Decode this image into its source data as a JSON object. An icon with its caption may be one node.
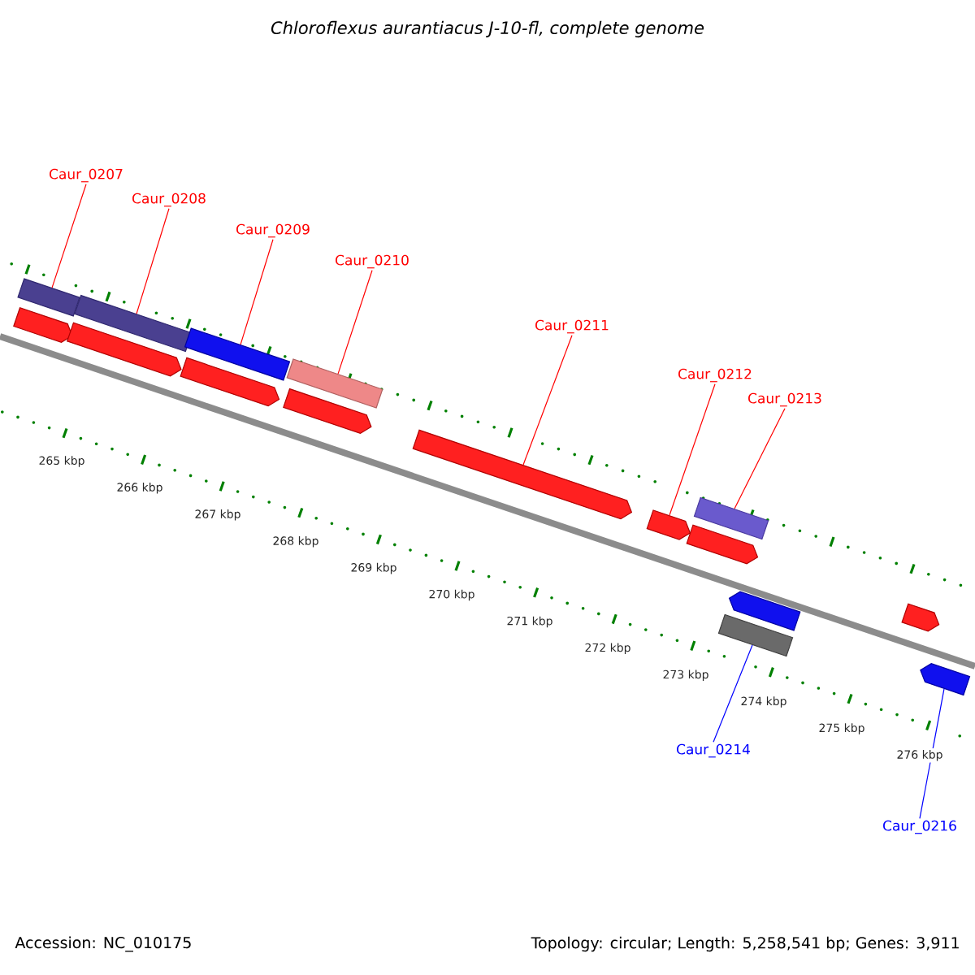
{
  "diagram": {
    "title": "Chloroflexus aurantiacus J-10-fl, complete genome",
    "nodes": [
      {
        "text": [
          "Caur_0207"
        ]
      },
      {
        "text": [
          "Caur_0208"
        ]
      },
      {
        "text": [
          "Caur_0209"
        ]
      },
      {
        "text": [
          "Caur_0210"
        ]
      },
      {
        "text": [
          "Caur_0211"
        ]
      },
      {
        "text": [
          "Caur_0212"
        ]
      },
      {
        "text": [
          "Caur_0213"
        ]
      },
      {
        "text": [
          "Caur_0214"
        ]
      },
      {
        "text": [
          "Caur_0216"
        ]
      },
      {
        "text": [],
        "shape": "arrow"
      },
      {
        "text": [],
        "shape": "box"
      },
      {
        "text": [],
        "shape": "arrow"
      },
      {
        "text": [],
        "shape": "box"
      },
      {
        "text": [],
        "shape": "arrow"
      },
      {
        "text": [],
        "shape": "box"
      },
      {
        "text": [],
        "shape": "arrow"
      },
      {
        "text": [],
        "shape": "box"
      },
      {
        "text": [],
        "shape": "arrow"
      },
      {
        "text": [],
        "shape": "arrow"
      },
      {
        "text": [],
        "shape": "arrow"
      },
      {
        "text": [],
        "shape": "box"
      },
      {
        "text": [],
        "shape": "box"
      },
      {
        "text": [],
        "shape": "arrow"
      },
      {
        "text": [],
        "shape": "arrow"
      },
      {
        "text": [],
        "shape": "arrow"
      }
    ],
    "edges": [
      {
        "from": 0,
        "to": 10,
        "arrow": "none"
      },
      {
        "from": 1,
        "to": 12,
        "arrow": "none"
      },
      {
        "from": 2,
        "to": 14,
        "arrow": "none"
      },
      {
        "from": 3,
        "to": 16,
        "arrow": "none"
      },
      {
        "from": 4,
        "to": 17,
        "arrow": "none"
      },
      {
        "from": 5,
        "to": 18,
        "arrow": "none"
      },
      {
        "from": 6,
        "to": 20,
        "arrow": "none"
      },
      {
        "from": 7,
        "to": 21,
        "arrow": "none",
        "color": "#0000ff"
      },
      {
        "from": 8,
        "to": 24,
        "arrow": "none",
        "color": "#0000ff"
      }
    ],
    "labels": [
      "265 kbp",
      "266 kbp",
      "267 kbp",
      "268 kbp",
      "269 kbp",
      "270 kbp",
      "271 kbp",
      "272 kbp",
      "273 kbp",
      "274 kbp",
      "275 kbp",
      "276 kbp",
      "Accession: NC_010175",
      "Topology: circular; Length: 5,258,541 bp; Genes: 3,911"
    ]
  }
}
